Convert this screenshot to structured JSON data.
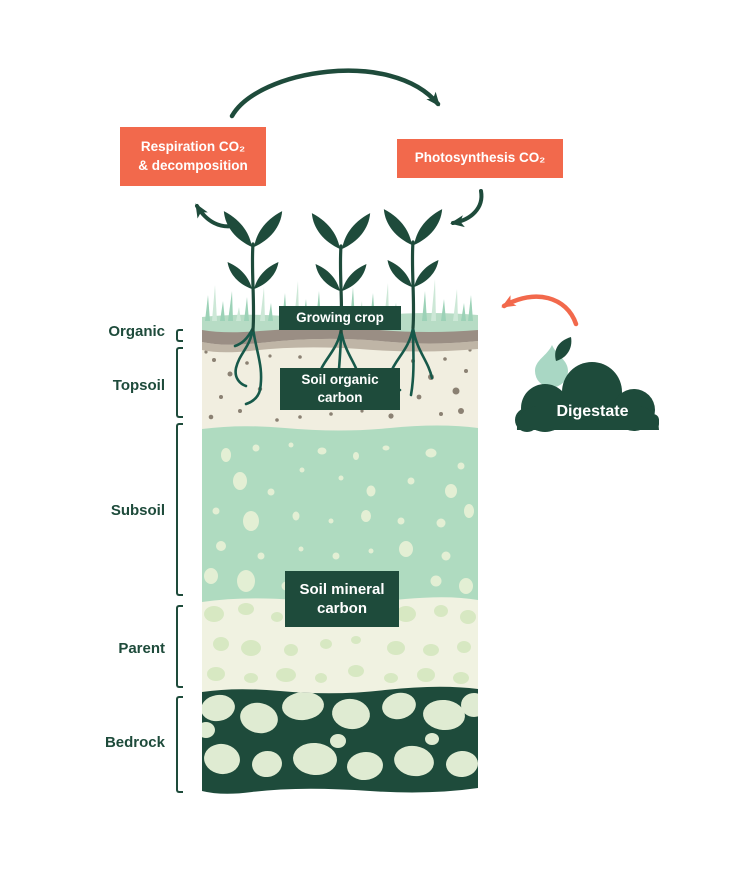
{
  "cycle": {
    "respiration_label": "Respiration CO₂\n& decomposition",
    "photosynthesis_label": "Photosynthesis CO₂"
  },
  "soil": {
    "growing_crop_label": "Growing crop",
    "organic_carbon_label": "Soil organic\ncarbon",
    "mineral_carbon_label": "Soil mineral\ncarbon",
    "layers": [
      {
        "name": "Organic",
        "color": "#9A8E84"
      },
      {
        "name": "Topsoil",
        "color": "#F1EEE0"
      },
      {
        "name": "Subsoil",
        "color": "#AFDBC0"
      },
      {
        "name": "Parent",
        "color": "#F0F2E1"
      },
      {
        "name": "Bedrock",
        "color": "#1E4B3B"
      }
    ]
  },
  "digestate": {
    "label": "Digestate"
  },
  "colors": {
    "accent_orange": "#F2694C",
    "dark_green": "#1E4B3B",
    "root_teal": "#17594A",
    "grass_mint": "#9CD2B7",
    "grass_pale": "#CDE8D7",
    "droplet_mint": "#A9D7C4",
    "subsoil_blob": "#E3EFD4",
    "parent_blob": "#D7E8C2",
    "bedrock_rock": "#DFEBD2",
    "topsoil_dot": "#8B8173",
    "label_text": "#1E4B3B"
  }
}
